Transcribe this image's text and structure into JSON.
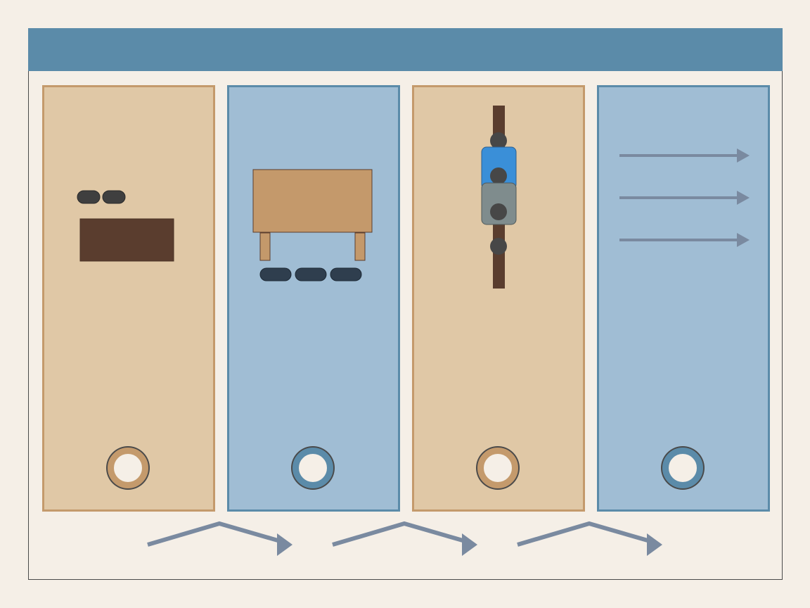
{
  "diagram": {
    "header": {
      "color": "#5b8ba9"
    },
    "colors": {
      "background": "#f5efe7",
      "tan_fill": "#e0c8a6",
      "tan_border": "#c49a6c",
      "blue_fill": "#a0bdd4",
      "blue_border": "#5b8ba9",
      "dark_brown": "#5a3d2e",
      "arrow_gray": "#7a8aa0",
      "figure_blue": "#3a8fd8",
      "figure_gray": "#7f8c8d"
    },
    "panels": [
      {
        "id": "panel-1",
        "theme": "tan",
        "content": "oval-markers-and-brown-block",
        "connector_icon": "ring-tan"
      },
      {
        "id": "panel-2",
        "theme": "blue",
        "content": "table-with-seat-markers",
        "connector_icon": "ring-blue"
      },
      {
        "id": "panel-3",
        "theme": "tan",
        "content": "vertical-track-with-two-riders",
        "connector_icon": "ring-tan"
      },
      {
        "id": "panel-4",
        "theme": "blue",
        "content": "three-right-arrows",
        "connector_icon": "ring-blue"
      }
    ],
    "transitions": [
      {
        "from": "panel-1",
        "to": "panel-2",
        "icon": "chevron-arrow"
      },
      {
        "from": "panel-2",
        "to": "panel-3",
        "icon": "chevron-arrow"
      },
      {
        "from": "panel-3",
        "to": "panel-4",
        "icon": "chevron-arrow"
      }
    ]
  }
}
